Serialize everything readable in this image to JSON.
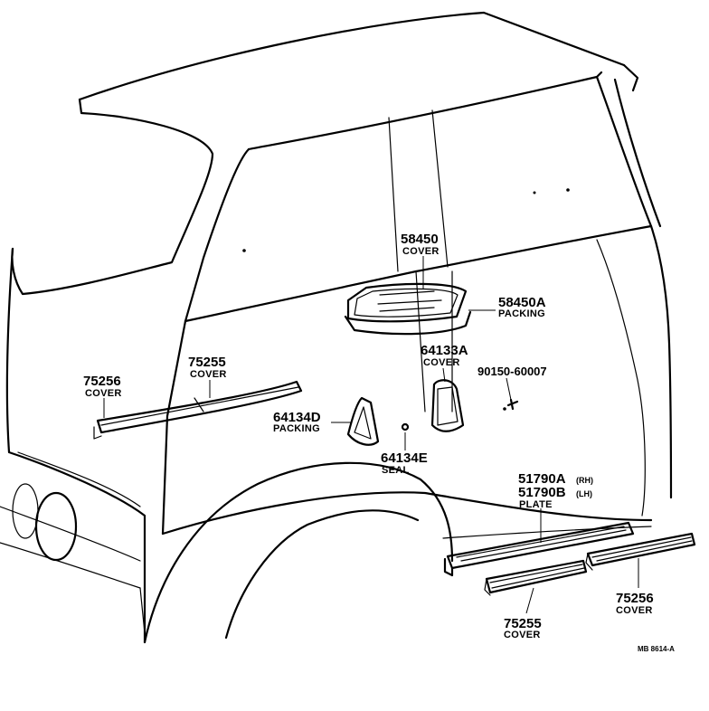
{
  "callouts": {
    "c58450": {
      "part": "58450",
      "name": "COVER"
    },
    "c58450a": {
      "part": "58450A",
      "name": "PACKING"
    },
    "c64133a": {
      "part": "64133A",
      "name": "COVER"
    },
    "c90150": {
      "part": "90150-60007"
    },
    "c75255_top": {
      "part": "75255",
      "name": "COVER"
    },
    "c75256_top": {
      "part": "75256",
      "name": "COVER"
    },
    "c64134d": {
      "part": "64134D",
      "name": "PACKING"
    },
    "c64134e": {
      "part": "64134E",
      "name": "SEAL"
    },
    "c51790": {
      "part_rh": "51790A",
      "tag_rh": "(RH)",
      "part_lh": "51790B",
      "tag_lh": "(LH)",
      "name": "PLATE"
    },
    "c75256_bot": {
      "part": "75256",
      "name": "COVER"
    },
    "c75255_bot": {
      "part": "75255",
      "name": "COVER"
    }
  },
  "figure_code": "MB 8614-A"
}
